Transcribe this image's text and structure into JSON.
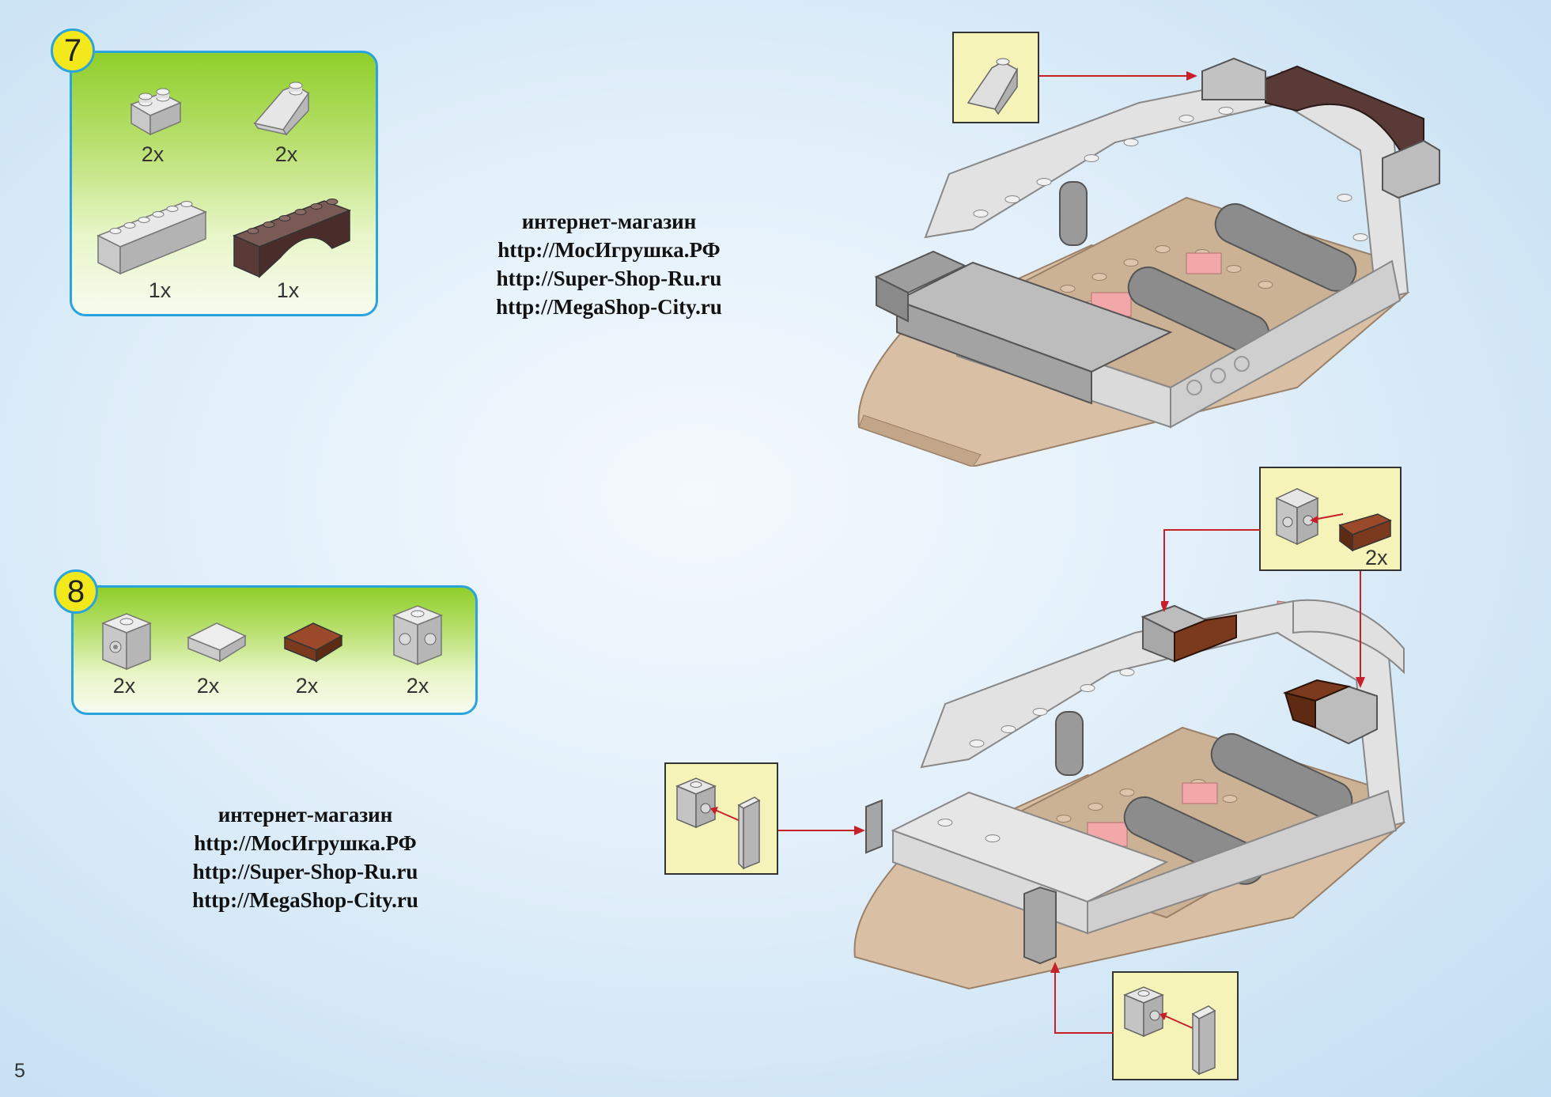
{
  "page_number": "5",
  "step7": {
    "number": "7",
    "parts": [
      {
        "name": "light-gray-brick-1x2",
        "qty": "2x"
      },
      {
        "name": "light-gray-slope",
        "qty": "2x"
      },
      {
        "name": "light-gray-brick-1x6",
        "qty": "1x"
      },
      {
        "name": "dark-brown-arch-1x6",
        "qty": "1x"
      }
    ]
  },
  "step8": {
    "number": "8",
    "parts": [
      {
        "name": "light-gray-brick-side-stud",
        "qty": "2x"
      },
      {
        "name": "light-gray-slope-small",
        "qty": "2x"
      },
      {
        "name": "brown-slope-small",
        "qty": "2x"
      },
      {
        "name": "light-gray-brick-two-side-studs",
        "qty": "2x"
      }
    ]
  },
  "shop_blocks": [
    {
      "lines": [
        "интернет-магазин",
        "http://МосИгрушка.РФ",
        "http://Super-Shop-Ru.ru",
        "http://MegaShop-City.ru"
      ]
    },
    {
      "lines": [
        "интернет-магазин",
        "http://МосИгрушка.РФ",
        "http://Super-Shop-Ru.ru",
        "http://MegaShop-City.ru"
      ]
    }
  ],
  "callouts": {
    "top_slope": {
      "qty": ""
    },
    "right_pair": {
      "qty": "2x"
    },
    "left_tile": {
      "qty": ""
    },
    "bottom_tile": {
      "qty": ""
    }
  },
  "colors": {
    "panel_border": "#2aa4dc",
    "badge": "#f3e81c",
    "callout_bg": "#f6f3b8",
    "arrow": "#c8202a",
    "tan": "#d9bfa3",
    "light_gray": "#d8d8d8",
    "dark_brown": "#5a3a36",
    "brown": "#7b3a1e"
  }
}
